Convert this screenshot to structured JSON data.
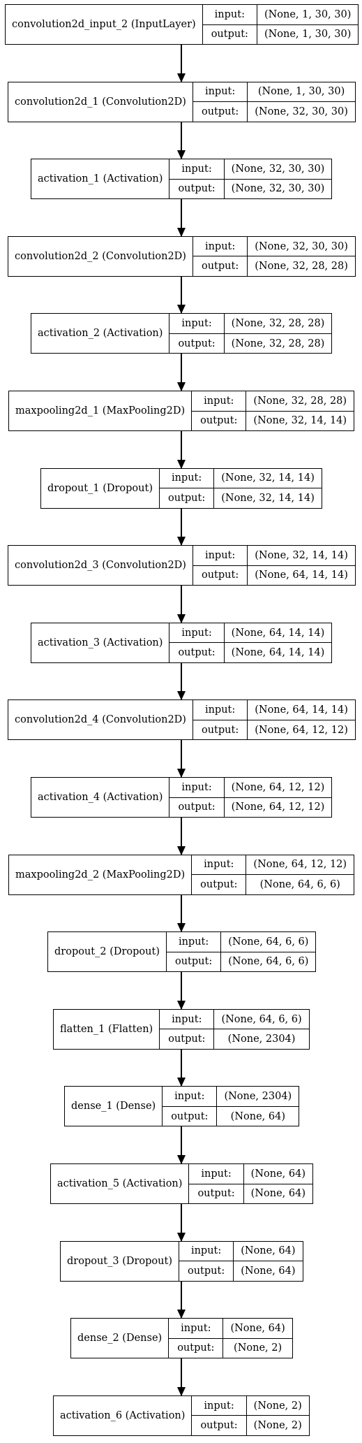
{
  "diagram": {
    "input_label": "input:",
    "output_label": "output:",
    "layers": [
      {
        "name": "convolution2d_input_2 (InputLayer)",
        "input": "(None, 1, 30, 30)",
        "output": "(None, 1, 30, 30)"
      },
      {
        "name": "convolution2d_1 (Convolution2D)",
        "input": "(None, 1, 30, 30)",
        "output": "(None, 32, 30, 30)"
      },
      {
        "name": "activation_1 (Activation)",
        "input": "(None, 32, 30, 30)",
        "output": "(None, 32, 30, 30)"
      },
      {
        "name": "convolution2d_2 (Convolution2D)",
        "input": "(None, 32, 30, 30)",
        "output": "(None, 32, 28, 28)"
      },
      {
        "name": "activation_2 (Activation)",
        "input": "(None, 32, 28, 28)",
        "output": "(None, 32, 28, 28)"
      },
      {
        "name": "maxpooling2d_1 (MaxPooling2D)",
        "input": "(None, 32, 28, 28)",
        "output": "(None, 32, 14, 14)"
      },
      {
        "name": "dropout_1 (Dropout)",
        "input": "(None, 32, 14, 14)",
        "output": "(None, 32, 14, 14)"
      },
      {
        "name": "convolution2d_3 (Convolution2D)",
        "input": "(None, 32, 14, 14)",
        "output": "(None, 64, 14, 14)"
      },
      {
        "name": "activation_3 (Activation)",
        "input": "(None, 64, 14, 14)",
        "output": "(None, 64, 14, 14)"
      },
      {
        "name": "convolution2d_4 (Convolution2D)",
        "input": "(None, 64, 14, 14)",
        "output": "(None, 64, 12, 12)"
      },
      {
        "name": "activation_4 (Activation)",
        "input": "(None, 64, 12, 12)",
        "output": "(None, 64, 12, 12)"
      },
      {
        "name": "maxpooling2d_2 (MaxPooling2D)",
        "input": "(None, 64, 12, 12)",
        "output": "(None, 64, 6, 6)"
      },
      {
        "name": "dropout_2 (Dropout)",
        "input": "(None, 64, 6, 6)",
        "output": "(None, 64, 6, 6)"
      },
      {
        "name": "flatten_1 (Flatten)",
        "input": "(None, 64, 6, 6)",
        "output": "(None, 2304)"
      },
      {
        "name": "dense_1 (Dense)",
        "input": "(None, 2304)",
        "output": "(None, 64)"
      },
      {
        "name": "activation_5 (Activation)",
        "input": "(None, 64)",
        "output": "(None, 64)"
      },
      {
        "name": "dropout_3 (Dropout)",
        "input": "(None, 64)",
        "output": "(None, 64)"
      },
      {
        "name": "dense_2 (Dense)",
        "input": "(None, 64)",
        "output": "(None, 2)"
      },
      {
        "name": "activation_6 (Activation)",
        "input": "(None, 2)",
        "output": "(None, 2)"
      }
    ]
  }
}
